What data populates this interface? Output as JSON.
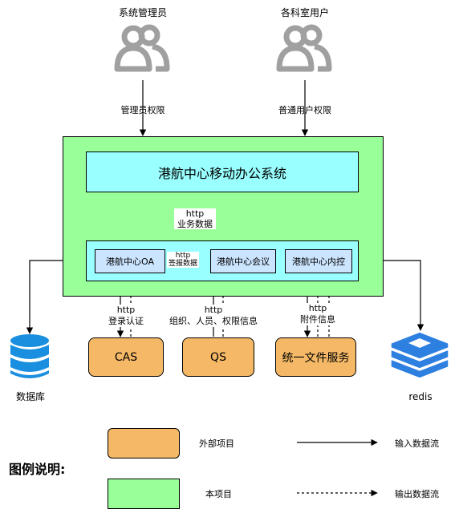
{
  "users": {
    "admin": {
      "title": "系统管理员",
      "permission": "管理员权限"
    },
    "dept": {
      "title": "各科室用户",
      "permission": "普通用户权限"
    }
  },
  "system_title": "港航中心移动办公系统",
  "modules": {
    "oa": "港航中心OA",
    "meeting": "港航中心会议",
    "control": "港航中心内控"
  },
  "flows": {
    "biz": {
      "line1": "http",
      "line2": "业务数据"
    },
    "sign": {
      "line1": "http",
      "line2": "签报数据"
    },
    "cas": {
      "line1": "http",
      "line2": "登录认证"
    },
    "qs": {
      "line1": "http",
      "line2": "组织、人员、权限信息"
    },
    "file": {
      "line1": "http",
      "line2": "附件信息"
    }
  },
  "external": {
    "cas": "CAS",
    "qs": "QS",
    "file": "统一文件服务"
  },
  "storage": {
    "db": "数据库",
    "redis": "redis"
  },
  "legend": {
    "title": "图例说明:",
    "external_project": "外部项目",
    "this_project": "本项目",
    "input_flow": "输入数据流",
    "output_flow": "输出数据流"
  },
  "colors": {
    "green": "#99ff99",
    "cyan": "#99ffff",
    "blue": "#cce5ff",
    "orange": "#f4b866",
    "db_blue": "#1a8fe0",
    "redis_blue": "#2d7fe0"
  }
}
